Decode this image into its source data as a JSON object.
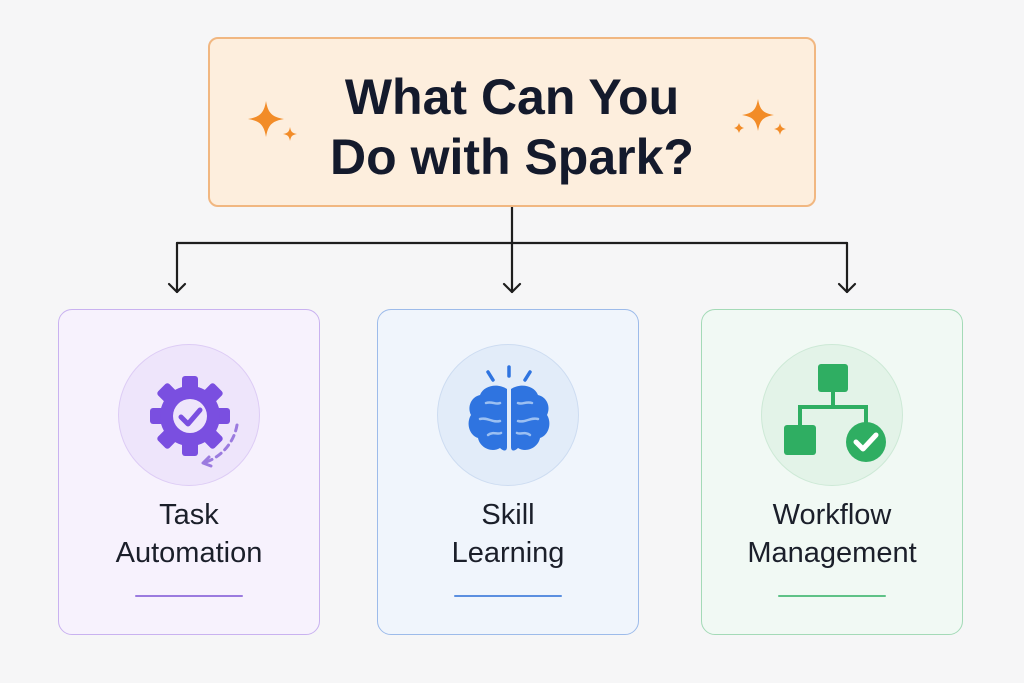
{
  "title": {
    "line1": "What Can You",
    "line2": "Do with Spark?"
  },
  "colors": {
    "accent_orange": "#f28c28",
    "automation": "#7a4fe0",
    "learning": "#2f74e0",
    "workflow": "#2fae62",
    "connector": "#1e1e1e"
  },
  "cards": [
    {
      "id": "automation",
      "line1": "Task",
      "line2": "Automation",
      "icon": "gear-check-icon"
    },
    {
      "id": "learning",
      "line1": "Skill",
      "line2": "Learning",
      "icon": "brain-icon"
    },
    {
      "id": "workflow",
      "line1": "Workflow",
      "line2": "Management",
      "icon": "flowchart-check-icon"
    }
  ]
}
